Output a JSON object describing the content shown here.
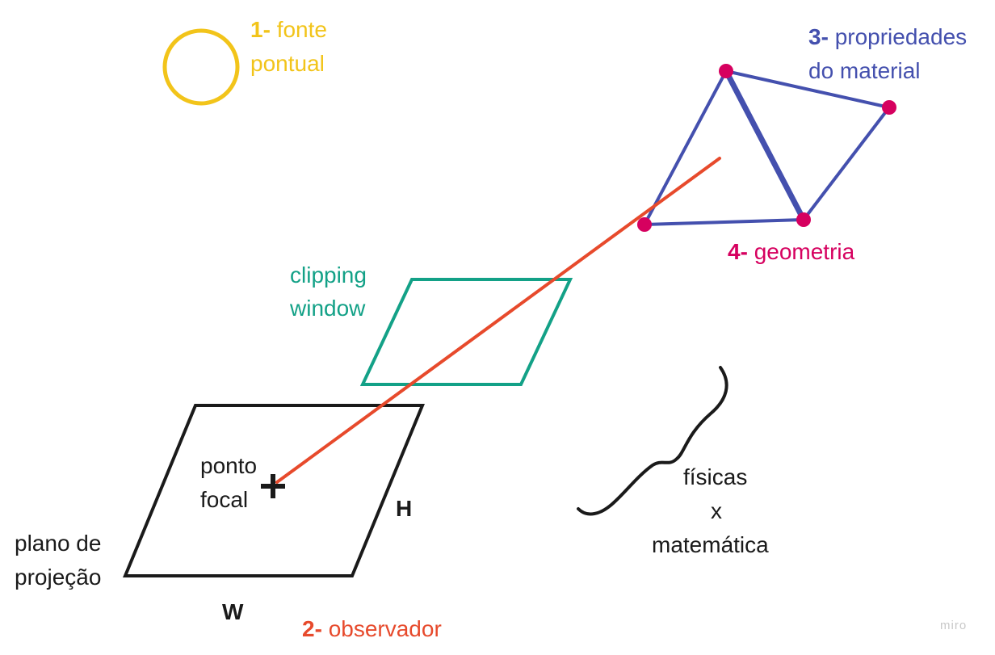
{
  "labels": {
    "light_source": {
      "num": "1-",
      "line1": "fonte",
      "line2": "pontual"
    },
    "observer": {
      "num": "2-",
      "text": "observador"
    },
    "material": {
      "num": "3-",
      "line1": "propriedades",
      "line2": "do material"
    },
    "geometry": {
      "num": "4-",
      "text": "geometria"
    },
    "clipping": {
      "line1": "clipping",
      "line2": "window"
    },
    "focal": {
      "line1": "ponto",
      "line2": "focal"
    },
    "plane": {
      "line1": "plano de",
      "line2": "projeção"
    },
    "height": "H",
    "width": "W",
    "physics": {
      "line1": "físicas",
      "line2": "x",
      "line3": "matemática"
    }
  },
  "brand": "miro",
  "colors": {
    "yellow": "#f2c41a",
    "blue": "#4450ae",
    "magenta": "#d6005f",
    "teal": "#13a187",
    "orange": "#e74a2c",
    "black": "#1a1a1a"
  }
}
